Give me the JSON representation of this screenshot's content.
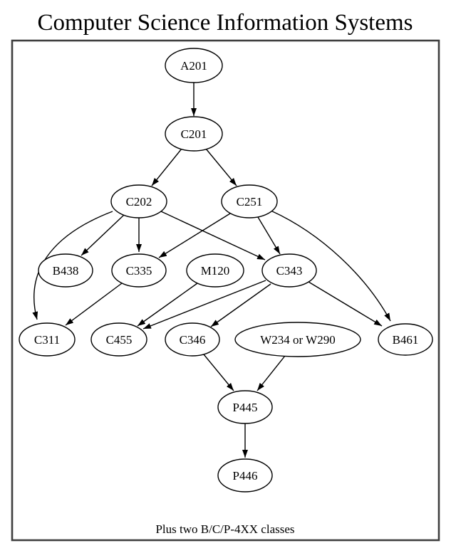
{
  "title": "Computer Science Information Systems",
  "footnote": "Plus two B/C/P-4XX classes",
  "graph": {
    "nodes": [
      {
        "id": "A201",
        "label": "A201"
      },
      {
        "id": "C201",
        "label": "C201"
      },
      {
        "id": "C202",
        "label": "C202"
      },
      {
        "id": "C251",
        "label": "C251"
      },
      {
        "id": "B438",
        "label": "B438"
      },
      {
        "id": "C335",
        "label": "C335"
      },
      {
        "id": "M120",
        "label": "M120"
      },
      {
        "id": "C343",
        "label": "C343"
      },
      {
        "id": "C311",
        "label": "C311"
      },
      {
        "id": "C455",
        "label": "C455"
      },
      {
        "id": "C346",
        "label": "C346"
      },
      {
        "id": "W234_W290",
        "label": "W234 or W290"
      },
      {
        "id": "B461",
        "label": "B461"
      },
      {
        "id": "P445",
        "label": "P445"
      },
      {
        "id": "P446",
        "label": "P446"
      }
    ],
    "edges": [
      {
        "from": "A201",
        "to": "C201"
      },
      {
        "from": "C201",
        "to": "C202"
      },
      {
        "from": "C201",
        "to": "C251"
      },
      {
        "from": "C202",
        "to": "B438"
      },
      {
        "from": "C202",
        "to": "C335"
      },
      {
        "from": "C202",
        "to": "C343"
      },
      {
        "from": "C202",
        "to": "C311"
      },
      {
        "from": "C251",
        "to": "C335"
      },
      {
        "from": "C251",
        "to": "C343"
      },
      {
        "from": "C251",
        "to": "B461"
      },
      {
        "from": "C335",
        "to": "C311"
      },
      {
        "from": "M120",
        "to": "C455"
      },
      {
        "from": "C343",
        "to": "C455"
      },
      {
        "from": "C343",
        "to": "C346"
      },
      {
        "from": "C343",
        "to": "B461"
      },
      {
        "from": "C346",
        "to": "P445"
      },
      {
        "from": "W234_W290",
        "to": "P445"
      },
      {
        "from": "P445",
        "to": "P446"
      }
    ]
  }
}
